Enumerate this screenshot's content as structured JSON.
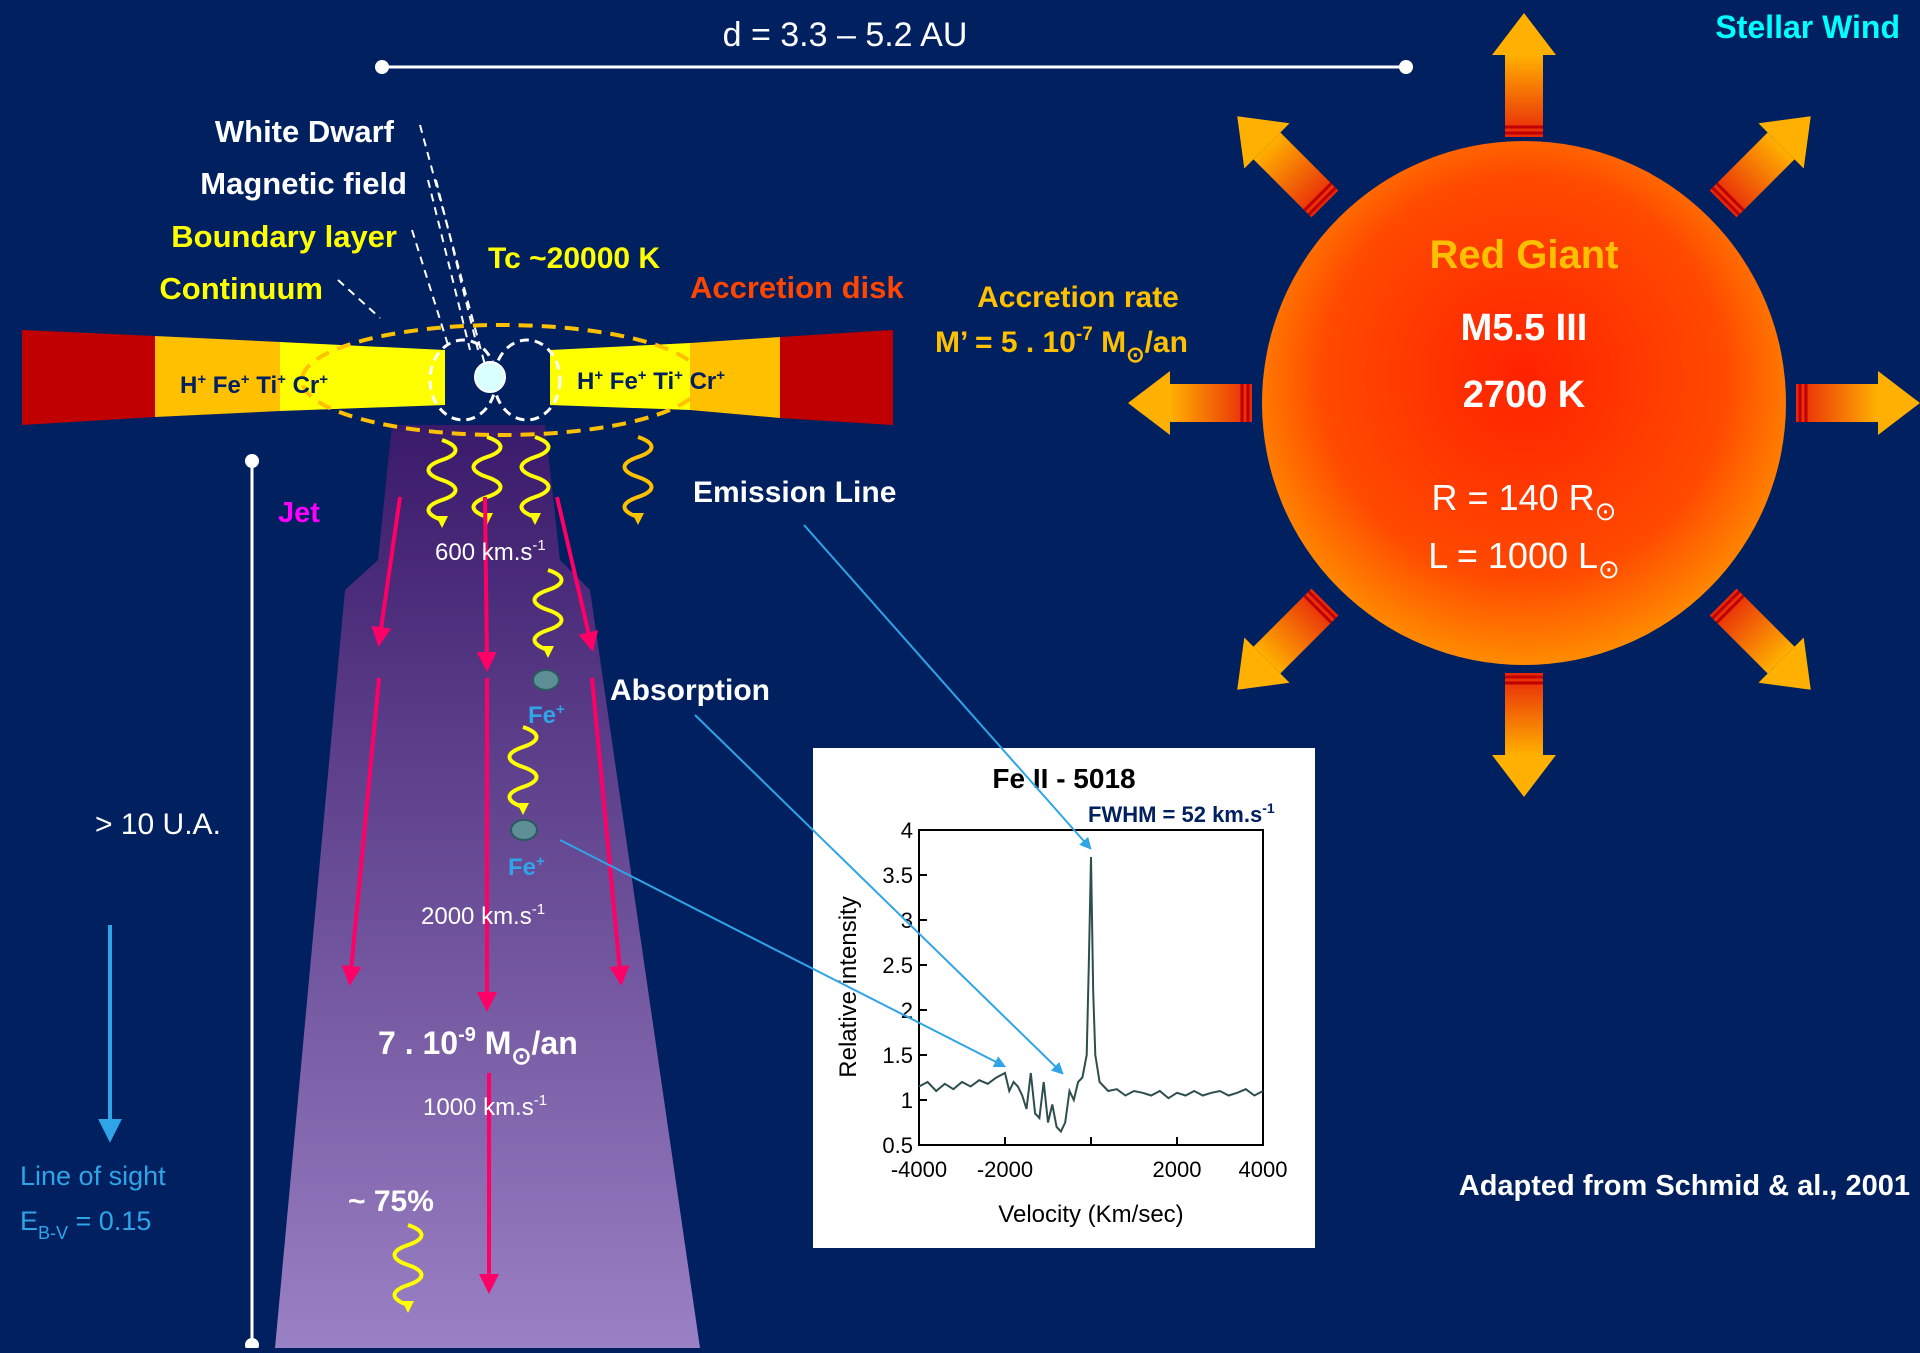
{
  "distance": "d = 3.3 – 5.2 AU",
  "stellar_wind": "Stellar Wind",
  "labels": {
    "white_dwarf": "White Dwarf",
    "magnetic_field": "Magnetic field",
    "boundary_layer": "Boundary layer",
    "continuum": "Continuum",
    "tc": "Tc ~20000 K",
    "accretion_disk": "Accretion disk",
    "jet": "Jet",
    "emission_line": "Emission Line",
    "absorption": "Absorption",
    "size": "> 10 U.A.",
    "line_of_sight": "Line of sight",
    "ebv_main": "E",
    "ebv_sub": "B-V",
    "ebv_value": " = 0.15",
    "percent": "~ 75%",
    "credit": "Adapted from Schmid & al., 2001"
  },
  "ions": [
    {
      "base": "H",
      "sup": "+"
    },
    {
      "base": "Fe",
      "sup": "+"
    },
    {
      "base": "Ti",
      "sup": "+"
    },
    {
      "base": "Cr",
      "sup": "+"
    }
  ],
  "fe_ion": {
    "base": "Fe",
    "sup": "+"
  },
  "speeds": {
    "unit": "km.s",
    "exp": "-1",
    "v600": "600 ",
    "v2000": "2000 ",
    "v1000": "1000 "
  },
  "jet_mass": {
    "coef": "7 . 10",
    "exp": "-9",
    "unit": " M",
    "sun": "⊙",
    "per": "/an"
  },
  "accretion": {
    "title": "Accretion rate",
    "prefix": "M’ = 5 . 10",
    "exp": "-7",
    "unit": " M",
    "sun": "⊙",
    "per": "/an"
  },
  "giant": {
    "name": "Red Giant",
    "type": "M5.5 III",
    "temp": "2700 K",
    "radius_prefix": "R = 140 R",
    "lum_prefix": "L = 1000 L",
    "sun": "⊙"
  },
  "colors": {
    "background": "#002060",
    "yellow": "#FFFF00",
    "gold": "#FFC000",
    "orange_red": "#FF4500",
    "jet_pink": "#FF0066",
    "magenta": "#FF00FF",
    "cyan": "#00FFFF",
    "sky": "#2FA4E7",
    "disk_red": "#C00000"
  },
  "spectrum": {
    "title": "Fe II - 5018",
    "fwhm": "FWHM = 52 km.s",
    "fwhm_exp": "-1",
    "xlabel": "Velocity (Km/sec)",
    "ylabel": "Relative intensity",
    "xticks": [
      "-4000",
      "-2000",
      "2000",
      "4000"
    ],
    "yticks": [
      "4",
      "3.5",
      "3",
      "2.5",
      "2",
      "1.5",
      "1",
      "0.5"
    ]
  },
  "chart_data": {
    "type": "line",
    "title": "Fe II - 5018",
    "xlabel": "Velocity (Km/sec)",
    "ylabel": "Relative intensity",
    "xlim": [
      -4000,
      4000
    ],
    "ylim": [
      0.5,
      4
    ],
    "x": [
      -4000,
      -3800,
      -3600,
      -3400,
      -3200,
      -3000,
      -2800,
      -2600,
      -2400,
      -2200,
      -2000,
      -1900,
      -1800,
      -1700,
      -1600,
      -1500,
      -1400,
      -1300,
      -1200,
      -1100,
      -1000,
      -900,
      -800,
      -700,
      -600,
      -500,
      -400,
      -300,
      -200,
      -100,
      -50,
      0,
      50,
      100,
      200,
      300,
      400,
      600,
      800,
      1000,
      1200,
      1400,
      1600,
      1800,
      2000,
      2200,
      2400,
      2600,
      2800,
      3000,
      3200,
      3400,
      3600,
      3800,
      4000
    ],
    "y": [
      1.15,
      1.2,
      1.1,
      1.18,
      1.12,
      1.2,
      1.15,
      1.22,
      1.18,
      1.25,
      1.3,
      1.1,
      1.2,
      1.15,
      1.05,
      0.9,
      1.3,
      0.85,
      0.8,
      1.2,
      0.75,
      0.95,
      0.7,
      0.65,
      0.75,
      1.1,
      1.0,
      1.2,
      1.25,
      1.5,
      2.5,
      3.7,
      2.2,
      1.5,
      1.2,
      1.15,
      1.1,
      1.12,
      1.05,
      1.1,
      1.08,
      1.05,
      1.1,
      1.02,
      1.08,
      1.05,
      1.1,
      1.05,
      1.08,
      1.1,
      1.05,
      1.08,
      1.12,
      1.05,
      1.1
    ]
  }
}
